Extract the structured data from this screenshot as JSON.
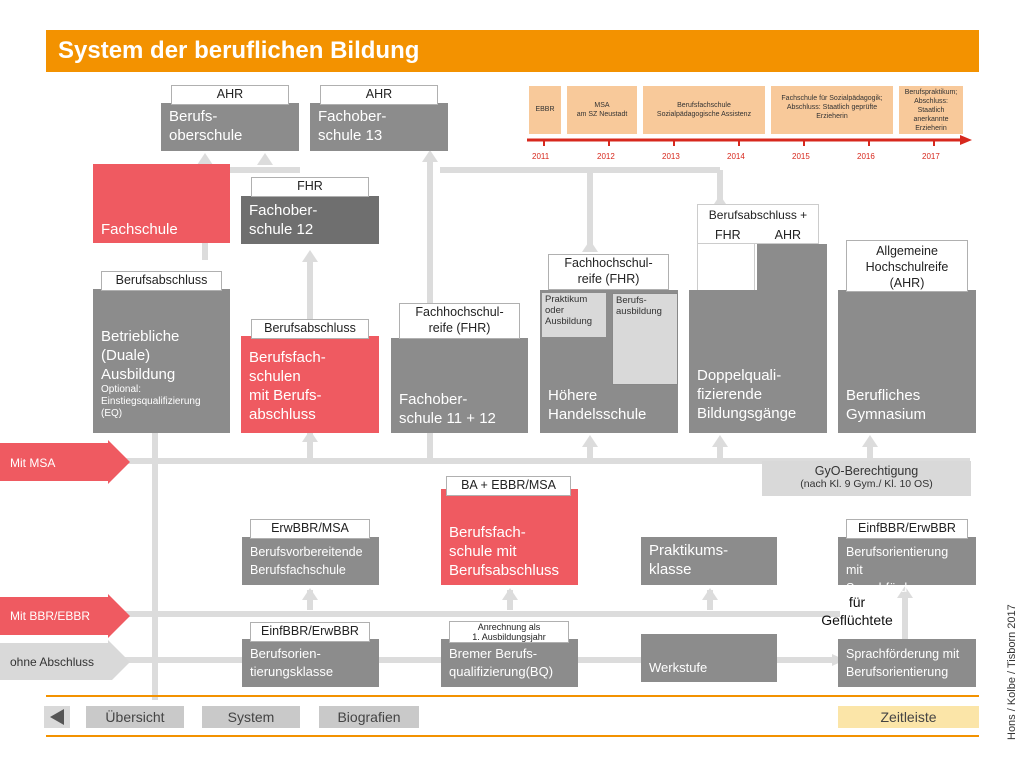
{
  "title": "System der beruflichen Bildung",
  "boxes": {
    "berufsoberschule": "Berufs-\noberschule",
    "fachoberschule13": "Fachober-\nschule 13",
    "fachschule": "Fachschule",
    "fachoberschule12": "Fachober-\nschule 12",
    "betriebliche": "Betriebliche\n(Duale)\nAusbildung",
    "betriebliche_note": "Optional:\nEinstiegsqualifizierung\n(EQ)",
    "berufsfachschulen": "Berufsfach-\nschulen\nmit Berufs-\nabschluss",
    "fachoberschule1112": "Fachober-\nschule 11 + 12",
    "praktikum_oder": "Praktikum\noder\nAusbildung",
    "berufsausbildung": "Berufs-\nausbildung",
    "hoehere": "Höhere\nHandelsschule",
    "doppelquali": "Doppelquali-\nfizierende\nBildungsgänge",
    "gymnasium": "Berufliches\nGymnasium",
    "gyo_title": "GyO-Berechtigung",
    "gyo_note": "(nach Kl. 9 Gym./  Kl. 10 OS)",
    "berufsvorbereitende": "Berufsvorbereitende\nBerufsfachschule",
    "bfs_mit_abschluss": "Berufsfach-\nschule mit\nBerufsabschluss",
    "praktikumsklasse": "Praktikums-\nklasse",
    "berufsorientierung_sprach": "Berufsorientierung mit\nSprachförderung",
    "fuer_gefluechtete": "für\nGeflüchtete",
    "berufsorientierungsklasse": "Berufsorien-\ntierungsklasse",
    "bremer": "Bremer Berufs-\nqualifizierung(BQ)",
    "werkstufe": "Werkstufe",
    "sprachfoerderung": "Sprachförderung mit\nBerufsorientierung"
  },
  "labels": {
    "ahr1": "AHR",
    "ahr2": "AHR",
    "fhr": "FHR",
    "berufsabschluss1": "Berufsabschluss",
    "berufsabschluss2": "Berufsabschluss",
    "fhr_reife1": "Fachhochschul-\nreife (FHR)",
    "fhr_reife2": "Fachhochschul-\nreife (FHR)",
    "berufsabschluss_plus": "Berufsabschluss +",
    "fhr_small": "FHR",
    "ahr_small": "AHR",
    "allgemeine": "Allgemeine\nHochschulreife\n(AHR)",
    "ba_ebbr_msa": "BA + EBBR/MSA",
    "erwbbr_msa": "ErwBBR/MSA",
    "einfbbr_erwbbr1": "EinfBBR/ErwBBR",
    "einfbbr_erwbbr2": "EinfBBR/ErwBBR",
    "anrechnung": "Anrechnung als\n1. Ausbildungsjahr"
  },
  "arrows": {
    "mit_msa": "Mit MSA",
    "mit_bbr": "Mit BBR/EBBR",
    "ohne": "ohne Abschluss"
  },
  "timeline": {
    "boxes": [
      "EBBR",
      "MSA\nam SZ Neustadt",
      "Berufsfachschule\nSozialpädagogische Assistenz",
      "Fachschule für Sozialpädagogik;\nAbschluss: Staatlich geprüfte\nErzieherin",
      "Berufspraktikum;\nAbschluss:\nStaatlich\nanerkannte\nErzieherin"
    ],
    "years": [
      "2011",
      "2012",
      "2013",
      "2014",
      "2015",
      "2016",
      "2017"
    ]
  },
  "credit": "Hons / Kolbe / Tisborn 2017",
  "nav": {
    "uebersicht": "Übersicht",
    "system": "System",
    "biografien": "Biografien",
    "zeitleiste": "Zeitleiste"
  },
  "colors": {
    "accent": "#f39200",
    "red": "#ef5a61",
    "grey": "#8c8c8c",
    "timeline_box": "#f8c99a"
  }
}
